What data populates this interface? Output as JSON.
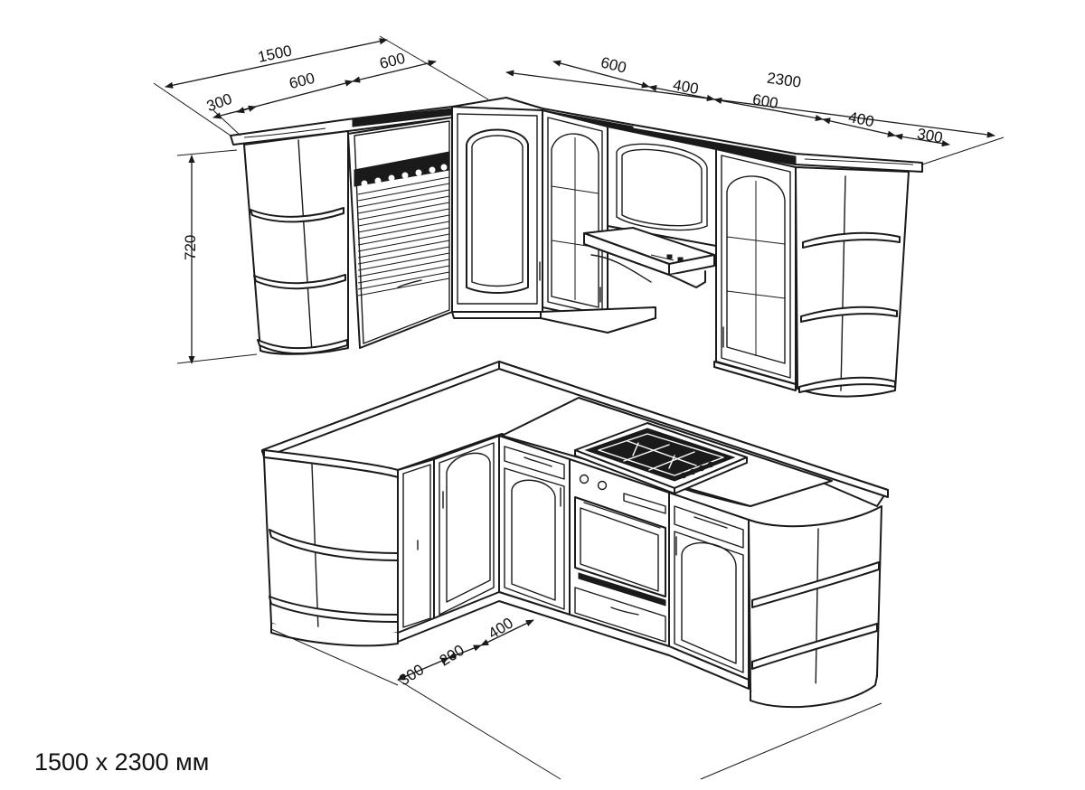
{
  "caption": "1500 x 2300 мм",
  "dimensions": {
    "upper_left_total": "1500",
    "upper_left_300": "300",
    "upper_left_600a": "600",
    "upper_left_600b": "600",
    "upper_right_total": "2300",
    "upper_right_600a": "600",
    "upper_right_400a": "400",
    "upper_right_600b": "600",
    "upper_right_400b": "400",
    "upper_right_300": "300",
    "height_720": "720",
    "lower_300": "300",
    "lower_200": "200",
    "lower_400": "400"
  }
}
